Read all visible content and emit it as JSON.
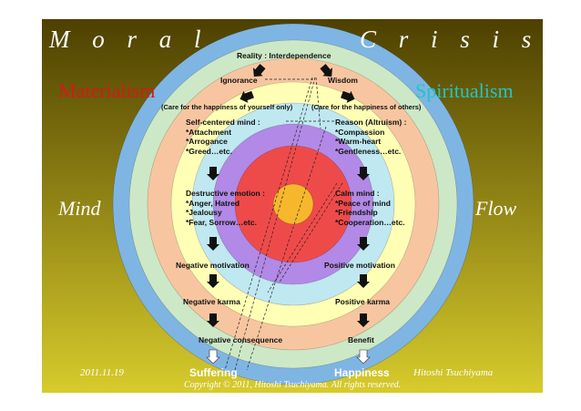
{
  "title": {
    "left": "M o r a l",
    "right": "C r i s i s"
  },
  "side_labels": {
    "materialism": "Materialism",
    "spiritualism": "Spiritualism",
    "mind": "Mind",
    "flow": "Flow"
  },
  "footer": {
    "date": "2011.11.19",
    "author": "Hitoshi Tsuchiyama",
    "copyright": "Copyright © 2011, Hitoshi Tsuchiyama. All rights reserved."
  },
  "diagram": {
    "top": "Reality : Interdependence",
    "ignorance": "Ignorance",
    "wisdom": "Wisdom",
    "care_self": "(Care for the happiness of yourself only)",
    "care_others": "(Care for the happiness of others)",
    "self_centered": "Self-centered mind :\n*Attachment\n*Arrogance\n*Greed…etc.",
    "reason": "Reason (Altruism) :\n*Compassion\n*Warm-heart\n*Gentleness…etc.",
    "destructive": "Destructive emotion :\n*Anger, Hatred\n*Jealousy\n*Fear, Sorrow…etc.",
    "calm": "Calm mind :\n*Peace of mind\n*Friendship\n*Cooperation…etc.",
    "neg_motivation": "Negative motivation",
    "pos_motivation": "Positive motivation",
    "neg_karma": "Negative karma",
    "pos_karma": "Positive karma",
    "neg_consequence": "Negative consequence",
    "benefit": "Benefit",
    "suffering": "Suffering",
    "happiness": "Happiness"
  },
  "colors": {
    "bg_top": "#4d4000",
    "bg_bottom": "#d7cb2c",
    "materialism": "#d81818",
    "spiritualism": "#22c4c4",
    "title": "#ffffff",
    "rings": [
      "#7fb5e3",
      "#cde8c6",
      "#f7c6a0",
      "#ffffb6",
      "#bfe8f1",
      "#b289e6",
      "#ef4a4a",
      "#f7b72c"
    ]
  }
}
